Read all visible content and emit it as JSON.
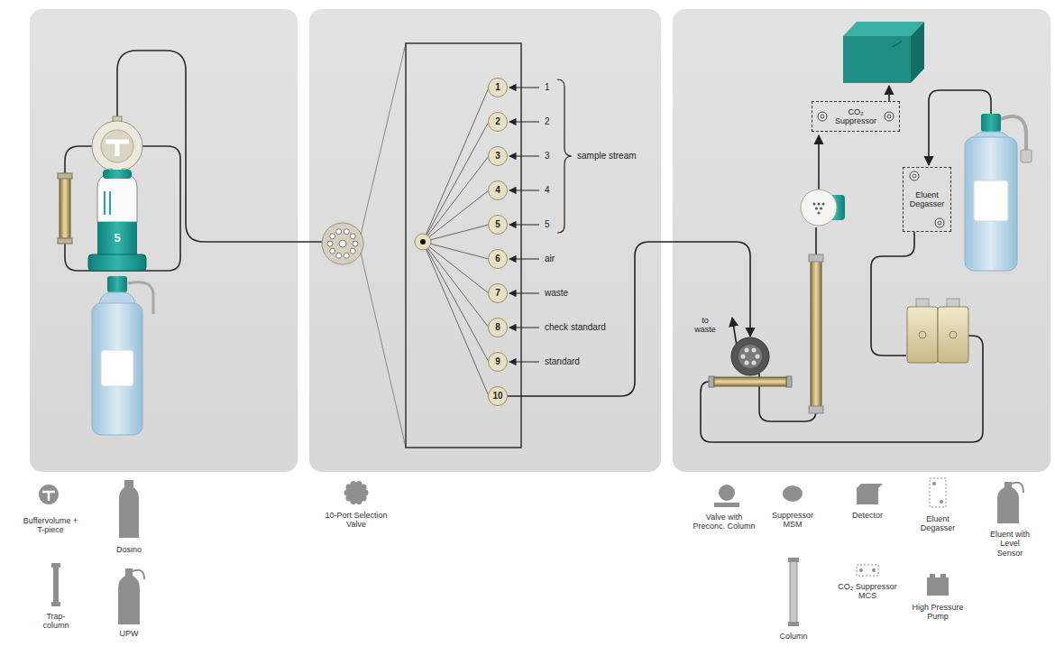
{
  "diagram": {
    "nodes": [
      {
        "text": [
          "1"
        ]
      },
      {
        "text": [
          "2"
        ]
      },
      {
        "text": [
          "3"
        ]
      },
      {
        "text": [
          "4"
        ]
      },
      {
        "text": [
          "5"
        ]
      },
      {
        "text": [
          "6"
        ]
      },
      {
        "text": [
          "7"
        ]
      },
      {
        "text": [
          "8"
        ]
      },
      {
        "text": [
          "9"
        ]
      },
      {
        "text": [
          "10"
        ]
      },
      {
        "text": [
          "CO₂ Suppressor"
        ]
      },
      {
        "text": [
          "Eluent Degasser"
        ]
      }
    ],
    "labels": [
      "5",
      "1",
      "2",
      "3",
      "4",
      "5",
      "sample stream",
      "air",
      "waste",
      "check standard",
      "standard",
      "to waste"
    ],
    "legend": [
      {
        "text": "Buffervolume + T-piece"
      },
      {
        "text": "Dosino"
      },
      {
        "text": "Trap-column"
      },
      {
        "text": "UPW"
      },
      {
        "text": "10-Port Selection Valve"
      },
      {
        "text": "Valve with Preconc. Column"
      },
      {
        "text": "Suppressor MSM"
      },
      {
        "text": "Detector"
      },
      {
        "text": "Eluent Degasser"
      },
      {
        "text": "Eluent with Level Sensor"
      },
      {
        "text": "Column"
      },
      {
        "text": "CO₂ Suppressor MCS"
      },
      {
        "text": "High Pressure Pump"
      }
    ]
  }
}
